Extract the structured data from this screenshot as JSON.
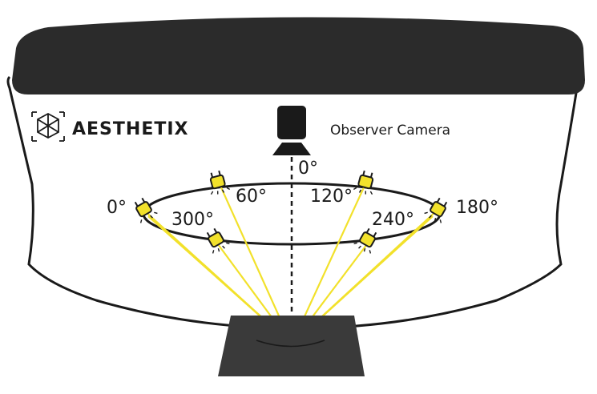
{
  "brand": {
    "name": "AESTHETIX",
    "mark": "'"
  },
  "camera": {
    "label": "Observer Camera",
    "angle_label": "0°"
  },
  "lights": [
    {
      "name": "light-0",
      "label": "0°"
    },
    {
      "name": "light-60",
      "label": "60°"
    },
    {
      "name": "light-120",
      "label": "120°"
    },
    {
      "name": "light-180",
      "label": "180°"
    },
    {
      "name": "light-240",
      "label": "240°"
    },
    {
      "name": "light-300",
      "label": "300°"
    }
  ],
  "colors": {
    "housing_top": "#2b2b2b",
    "housing_outline": "#1a1a1a",
    "light_fill": "#f2e12b",
    "beam": "#f2e12b",
    "sample": "#3a3a3a"
  }
}
